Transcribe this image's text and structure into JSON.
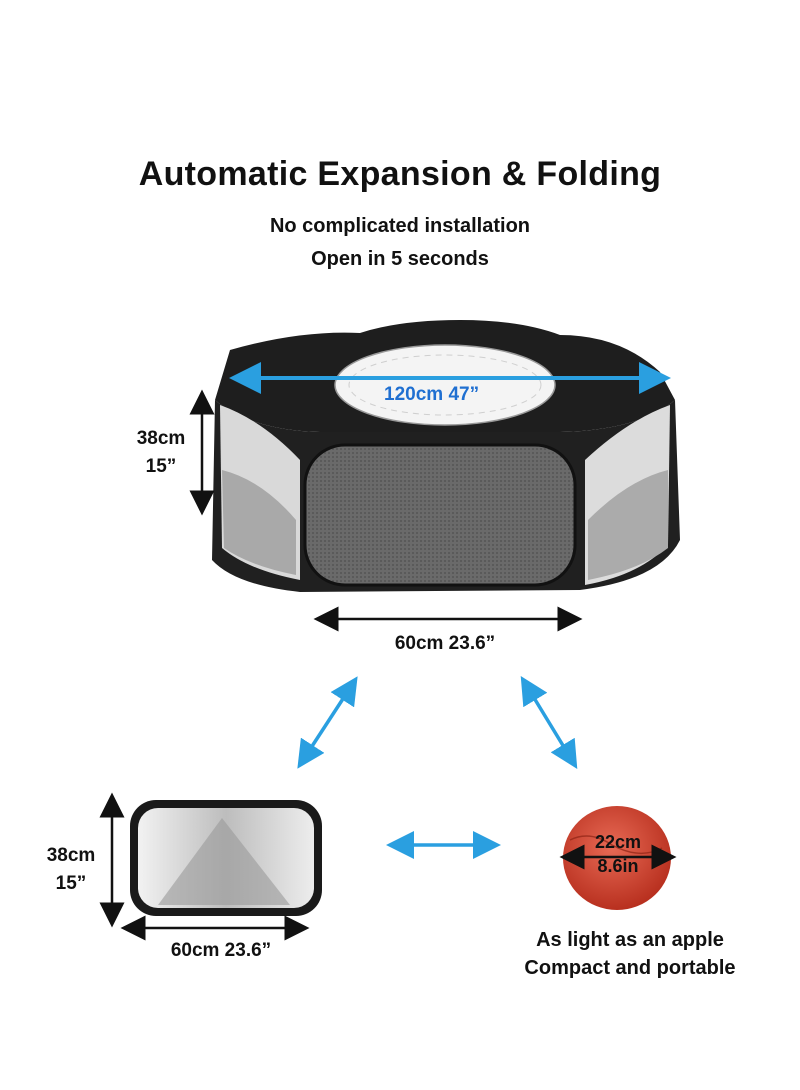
{
  "header": {
    "title": "Automatic Expansion & Folding",
    "line1": "No complicated installation",
    "line2": "Open in 5 seconds"
  },
  "expanded": {
    "width_label": "120cm 47”",
    "height_cm": "38cm",
    "height_in": "15”",
    "base_label": "60cm 23.6”"
  },
  "folded": {
    "height_cm": "38cm",
    "height_in": "15”",
    "base_label": "60cm 23.6”"
  },
  "bag": {
    "size_cm": "22cm",
    "size_in": "8.6in",
    "caption1": "As light as an apple",
    "caption2": "Compact and portable"
  },
  "colors": {
    "arrow_blue": "#2a9fe0",
    "bag_red": "#d94a3a",
    "mesh_dark": "#1c1c1c",
    "panel_grey": "#d8d8d8"
  }
}
